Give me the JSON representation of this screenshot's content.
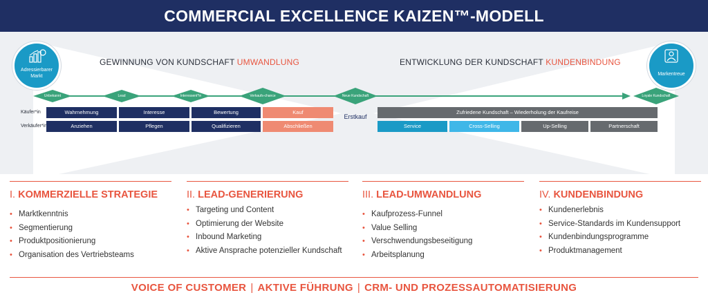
{
  "header": {
    "title": "COMMERCIAL EXCELLENCE KAIZEN™-MODELL"
  },
  "funnel": {
    "left_heading": {
      "text": "GEWINNUNG VON KUNDSCHAFT ",
      "highlight": "UMWANDLUNG"
    },
    "right_heading": {
      "text": "ENTWICKLUNG DER KUNDSCHAFT ",
      "highlight": "KUNDENBINDUNG"
    },
    "left_circle": {
      "icon": "chart-coins-icon",
      "label_line1": "Adressierbarer",
      "label_line2": "Markt"
    },
    "right_circle": {
      "icon": "badge-person-icon",
      "label": "Markentreue"
    },
    "milestones": [
      "Unbekannt",
      "Lead",
      "Interessent*in",
      "Verkaufs-chance",
      "Neue Kundschaft",
      "Loyale Kundschaft"
    ],
    "row_labels": {
      "buyer": "Käufer*in",
      "seller": "Verkäufer*in"
    },
    "buyer_stages": [
      "Wahrnehmung",
      "Interesse",
      "Bewertung",
      "Kauf"
    ],
    "seller_stages": [
      "Anziehen",
      "Pflegen",
      "Qualifizieren",
      "Abschließen"
    ],
    "first_purchase": "Erstkauf",
    "repeat_bar": "Zufriedene Kundschaft – Wiederholung der Kaufreise",
    "retention_stages": [
      "Service",
      "Cross-Selling",
      "Up-Selling",
      "Partnerschaft"
    ],
    "colors": {
      "navy": "#1f2f63",
      "salmon": "#ef8a72",
      "green": "#3aa37a",
      "teal": "#1a9ac6",
      "cyan": "#3fb7e8",
      "gray": "#666a6e"
    }
  },
  "sections": [
    {
      "num": "I. ",
      "title": "KOMMERZIELLE STRATEGIE",
      "items": [
        "Marktkenntnis",
        "Segmentierung",
        "Produktpositionierung",
        "Organisation des Vertriebsteams"
      ]
    },
    {
      "num": "II. ",
      "title": "LEAD-GENERIERUNG",
      "items": [
        "Targeting und Content",
        "Optimierung der Website",
        "Inbound Marketing",
        "Aktive Ansprache potenzieller Kundschaft"
      ]
    },
    {
      "num": "III. ",
      "title": "LEAD-UMWANDLUNG",
      "items": [
        "Kaufprozess-Funnel",
        "Value Selling",
        "Verschwendungsbeseitigung",
        "Arbeitsplanung"
      ]
    },
    {
      "num": "IV. ",
      "title": "KUNDENBINDUNG",
      "items": [
        "Kundenerlebnis",
        "Service-Standards im Kundensupport",
        "Kundenbindungsprogramme",
        "Produktmanagement"
      ]
    }
  ],
  "footer": {
    "part1": "VOICE OF CUSTOMER",
    "sep": "|",
    "part2": "AKTIVE FÜHRUNG",
    "part3": "CRM- UND PROZESSAUTOMATISIERUNG"
  }
}
